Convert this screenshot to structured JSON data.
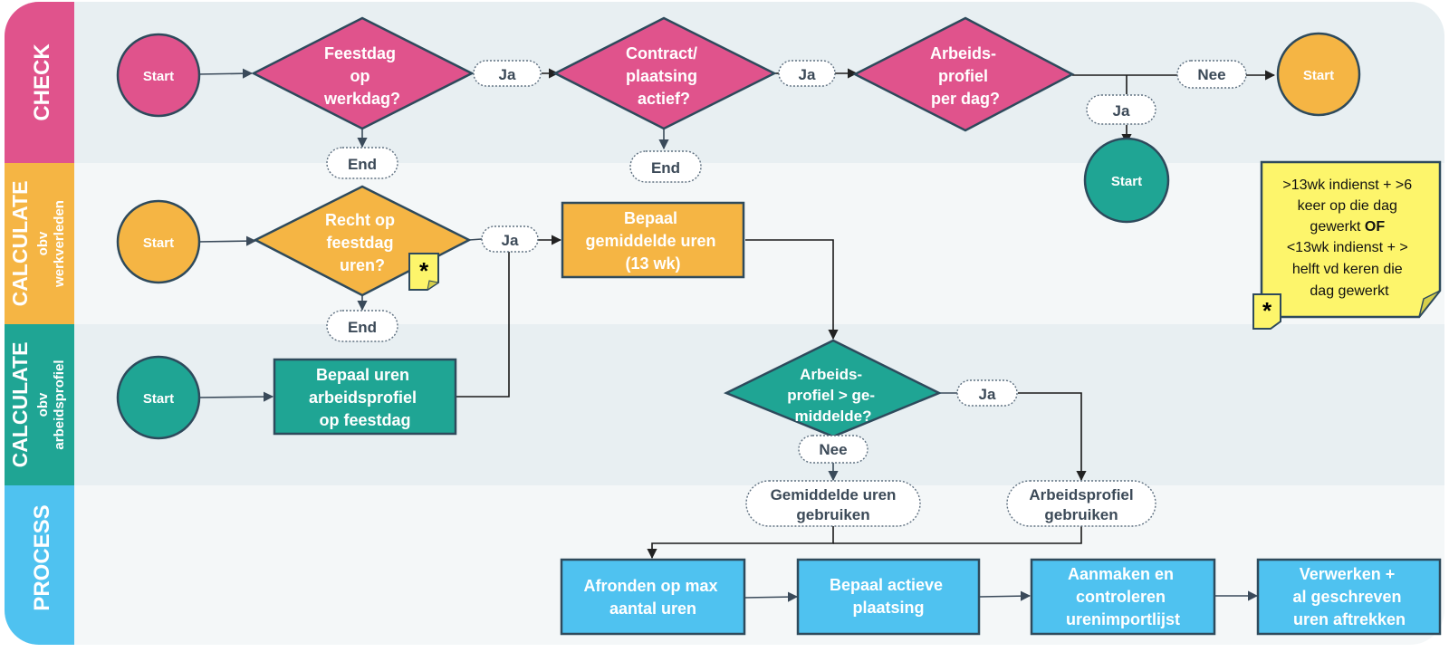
{
  "lanes": {
    "check": "CHECK",
    "calc1_title": "CALCULATE",
    "calc1_sub1": "obv",
    "calc1_sub2": "werkverleden",
    "calc2_title": "CALCULATE",
    "calc2_sub1": "obv",
    "calc2_sub2": "arbeidsprofiel",
    "process": "PROCESS"
  },
  "nodes": {
    "start_check": "Start",
    "d_feestdag": [
      "Feestdag",
      "op",
      "werkdag?"
    ],
    "d_contract": [
      "Contract/",
      "plaatsing",
      "actief?"
    ],
    "d_arbeid_dag": [
      "Arbeids-",
      "profiel",
      "per dag?"
    ],
    "start_check_end": "Start",
    "start_ja": "Start",
    "end1": "End",
    "end2": "End",
    "end3": "End",
    "start_calc1": "Start",
    "d_recht": [
      "Recht op",
      "feestdag",
      "uren?"
    ],
    "p_gemiddelde": [
      "Bepaal",
      "gemiddelde uren",
      "(13 wk)"
    ],
    "start_calc2": "Start",
    "p_bepaal_uren": [
      "Bepaal uren",
      "arbeidsprofiel",
      "op feestdag"
    ],
    "d_arbeid_gem": [
      "Arbeids-",
      "profiel > ge-",
      "middelde?"
    ],
    "o_gem_gebruiken": [
      "Gemiddelde uren",
      "gebruiken"
    ],
    "o_arbeid_gebruiken": [
      "Arbeidsprofiel",
      "gebruiken"
    ],
    "p_afronden": [
      "Afronden op max",
      "aantal uren"
    ],
    "p_actieve": [
      "Bepaal actieve",
      "plaatsing"
    ],
    "p_aanmaken": [
      "Aanmaken en",
      "controleren",
      "urenimportlijst"
    ],
    "p_verwerken": [
      "Verwerken +",
      "al geschreven",
      "uren aftrekken"
    ]
  },
  "labels": {
    "ja1": "Ja",
    "ja2": "Ja",
    "nee1": "Nee",
    "ja3": "Ja",
    "ja4": "Ja",
    "ja5": "Ja",
    "nee2": "Nee"
  },
  "note": {
    "line1": ">13wk indienst + >6",
    "line2": "keer op die dag",
    "line3_a": "gewerkt ",
    "line3_b": "OF",
    "line4": "<13wk indienst + >",
    "line5": "helft vd keren die",
    "line6": "dag gewerkt",
    "marker": "*"
  },
  "marker": "*",
  "colors": {
    "pink": "#e0538c",
    "orange": "#f5b544",
    "teal": "#1fa594",
    "blue": "#4fc2f0",
    "stroke": "#2e4a5c",
    "note": "#fdf56b"
  }
}
